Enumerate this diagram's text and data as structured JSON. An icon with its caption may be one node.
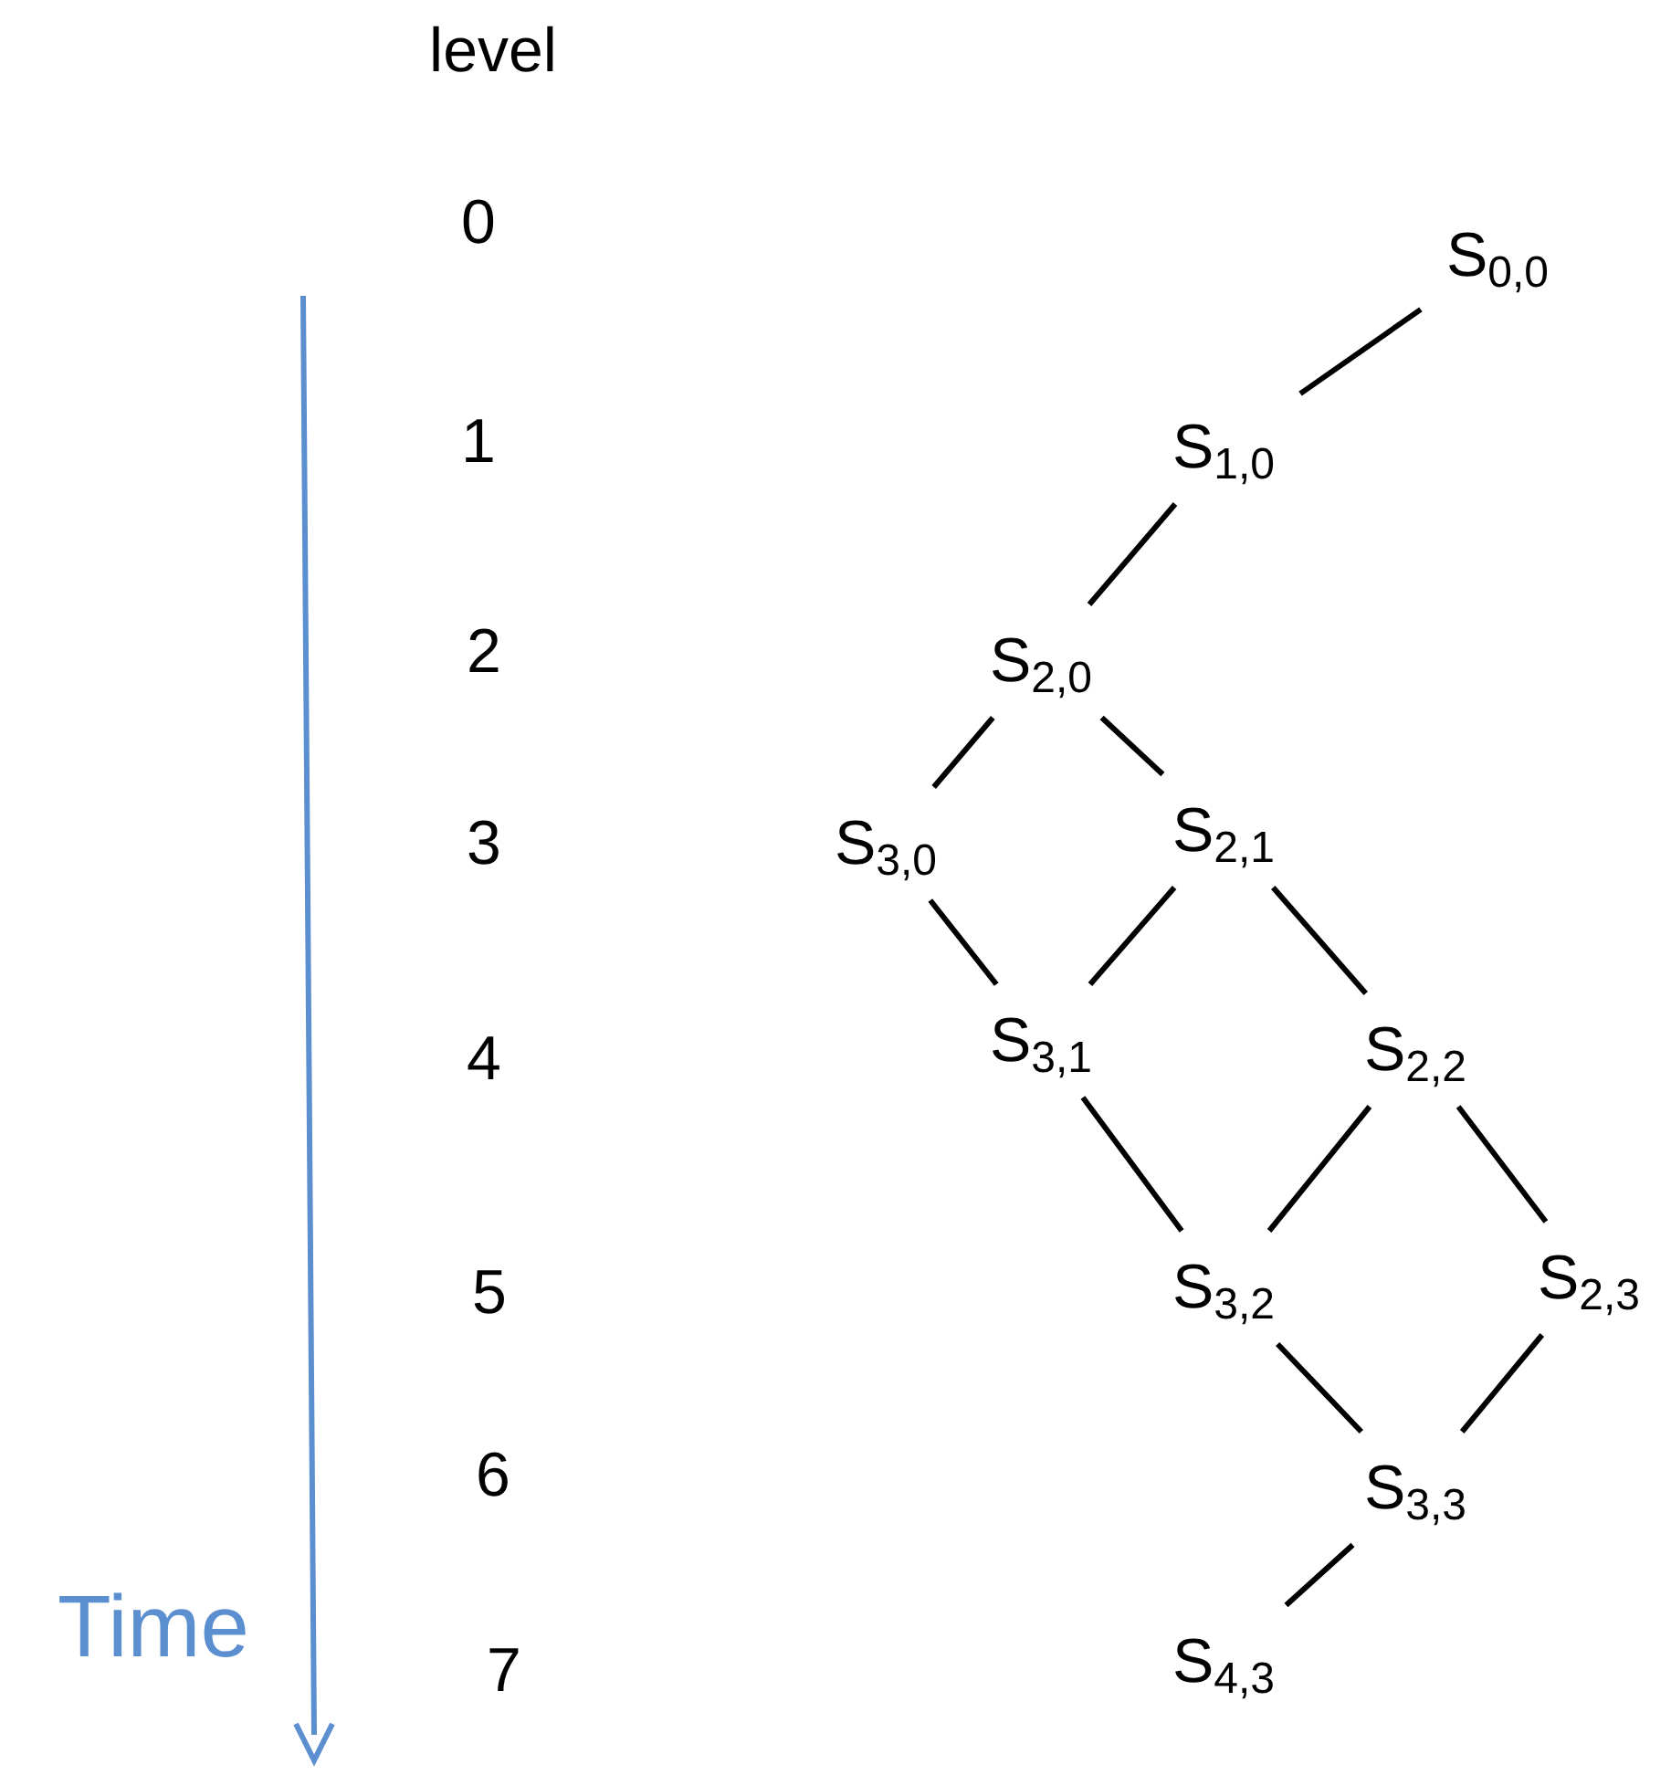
{
  "diagram": {
    "nodes": [
      {
        "text": [
          "S$_{0,0}$"
        ]
      },
      {
        "text": [
          "S$_{1,0}$"
        ]
      },
      {
        "text": [
          "S$_{2,0}$"
        ]
      },
      {
        "text": [
          "S$_{3,0}$"
        ]
      },
      {
        "text": [
          "S$_{2,1}$"
        ]
      },
      {
        "text": [
          "S$_{3,1}$"
        ]
      },
      {
        "text": [
          "S$_{2,2}$"
        ]
      },
      {
        "text": [
          "S$_{3,2}$"
        ]
      },
      {
        "text": [
          "S$_{2,3}$"
        ]
      },
      {
        "text": [
          "S$_{3,3}$"
        ]
      },
      {
        "text": [
          "S$_{4,3}$"
        ]
      }
    ],
    "edges": [
      {
        "from": 0,
        "to": 1,
        "arrow": "none"
      },
      {
        "from": 1,
        "to": 2,
        "arrow": "none"
      },
      {
        "from": 2,
        "to": 3,
        "arrow": "none"
      },
      {
        "from": 2,
        "to": 4,
        "arrow": "none"
      },
      {
        "from": 3,
        "to": 5,
        "arrow": "none"
      },
      {
        "from": 4,
        "to": 5,
        "arrow": "none"
      },
      {
        "from": 4,
        "to": 6,
        "arrow": "none"
      },
      {
        "from": 5,
        "to": 7,
        "arrow": "none"
      },
      {
        "from": 6,
        "to": 7,
        "arrow": "none"
      },
      {
        "from": 6,
        "to": 8,
        "arrow": "none"
      },
      {
        "from": 7,
        "to": 9,
        "arrow": "none"
      },
      {
        "from": 8,
        "to": 9,
        "arrow": "none"
      },
      {
        "from": 9,
        "to": 10,
        "arrow": "none"
      }
    ],
    "labels": [
      "level",
      "0",
      "1",
      "2",
      "3",
      "4",
      "5",
      "6",
      "7",
      "Time"
    ]
  }
}
